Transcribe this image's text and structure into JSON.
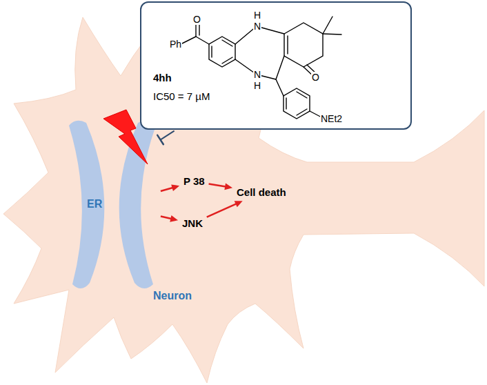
{
  "diagram": {
    "nodes": [
      {
        "text": [
          "Neuron"
        ]
      },
      {
        "text": [
          "4hh",
          "IC50 = 7 µM"
        ]
      },
      {
        "text": [
          "ER"
        ],
        "in": 0
      },
      {
        "text": [
          "P 38"
        ],
        "in": 0
      },
      {
        "text": [
          "JNK"
        ],
        "in": 0
      },
      {
        "text": [
          "Cell death"
        ],
        "in": 0
      }
    ],
    "edges": [
      {
        "from": 1,
        "to": 2,
        "arrow": "to"
      },
      {
        "from": 2,
        "to": 3,
        "arrow": "to"
      },
      {
        "from": 2,
        "to": 4,
        "arrow": "to"
      },
      {
        "from": 3,
        "to": 5,
        "arrow": "to"
      },
      {
        "from": 4,
        "to": 5,
        "arrow": "to"
      }
    ],
    "labels": [
      "O",
      "Ph",
      "H",
      "N",
      "N",
      "H",
      "O",
      "NEt2"
    ]
  }
}
